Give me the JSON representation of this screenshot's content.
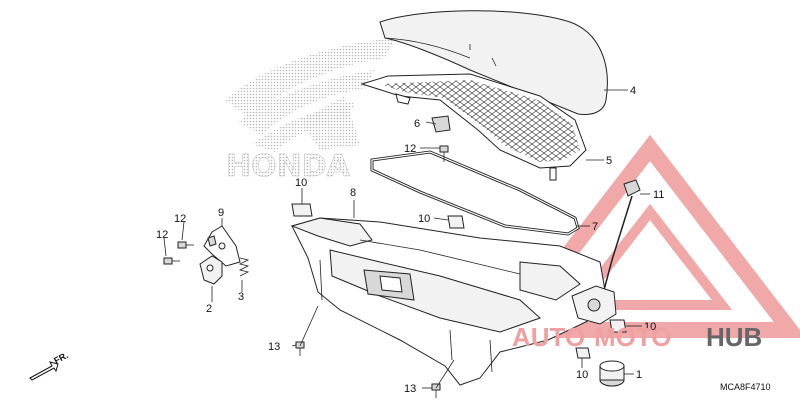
{
  "diagram": {
    "code": "MCA8F4710",
    "direction_label": "FR.",
    "callouts": [
      {
        "id": "c4",
        "label": "4"
      },
      {
        "id": "c6",
        "label": "6"
      },
      {
        "id": "c12a",
        "label": "12"
      },
      {
        "id": "c5",
        "label": "5"
      },
      {
        "id": "c10a",
        "label": "10"
      },
      {
        "id": "c8",
        "label": "8"
      },
      {
        "id": "c11",
        "label": "11"
      },
      {
        "id": "c10b",
        "label": "10"
      },
      {
        "id": "c7",
        "label": "7"
      },
      {
        "id": "c9",
        "label": "9"
      },
      {
        "id": "c12b",
        "label": "12"
      },
      {
        "id": "c12c",
        "label": "12"
      },
      {
        "id": "c3",
        "label": "3"
      },
      {
        "id": "c2",
        "label": "2"
      },
      {
        "id": "c10c",
        "label": "10"
      },
      {
        "id": "c13a",
        "label": "13"
      },
      {
        "id": "c1",
        "label": "1"
      },
      {
        "id": "c10d",
        "label": "10"
      },
      {
        "id": "c13b",
        "label": "13"
      }
    ]
  },
  "watermark": {
    "brand_logo_text": "HONDA",
    "site_part1": "AUTO",
    "site_part2": "MOTO",
    "site_part3": "HUB"
  },
  "colors": {
    "watermark_red": "#f0a0a0",
    "watermark_gray": "#666666",
    "line": "#222222"
  }
}
